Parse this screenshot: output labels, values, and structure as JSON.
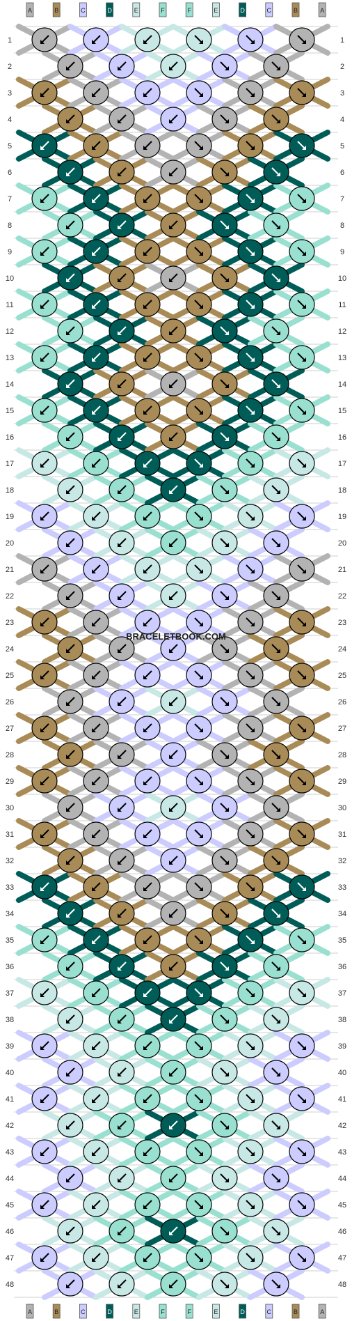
{
  "title": "",
  "watermark": "BRACELETBOOK.COM",
  "strand_labels_top": [
    "A",
    "B",
    "C",
    "D",
    "E",
    "F",
    "F",
    "E",
    "D",
    "C",
    "B",
    "A"
  ],
  "strand_labels_bottom": [
    "A",
    "B",
    "C",
    "D",
    "E",
    "F",
    "F",
    "E",
    "D",
    "C",
    "B",
    "A"
  ],
  "row_numbers": [
    "1",
    "2",
    "3",
    "4",
    "5",
    "6",
    "7",
    "8",
    "9",
    "10",
    "11",
    "12",
    "13",
    "14",
    "15",
    "16",
    "17",
    "18",
    "19",
    "20",
    "21",
    "22",
    "23",
    "24",
    "25",
    "26",
    "27",
    "28",
    "29",
    "30",
    "31",
    "32",
    "33",
    "34",
    "35",
    "36",
    "37",
    "38",
    "39",
    "40",
    "41",
    "42",
    "43",
    "44",
    "45",
    "46",
    "47",
    "48"
  ],
  "colors": {
    "A": "#b3b3b3",
    "B": "#a88b57",
    "C": "#ccccff",
    "D": "#005c57",
    "E": "#c8e8e6",
    "F": "#99e0d0",
    "outline": "#000000",
    "grid": "#cfcfcf",
    "arrow_dark": "#000000",
    "arrow_light": "#ffffff"
  },
  "knot_rows": [
    [
      "A",
      "C",
      "E",
      "E",
      "C",
      "A"
    ],
    [
      "A",
      "C",
      "E",
      "C",
      "A"
    ],
    [
      "B",
      "A",
      "C",
      "C",
      "A",
      "B"
    ],
    [
      "B",
      "A",
      "C",
      "A",
      "B"
    ],
    [
      "D",
      "B",
      "A",
      "A",
      "B",
      "D"
    ],
    [
      "D",
      "B",
      "A",
      "B",
      "D"
    ],
    [
      "F",
      "D",
      "B",
      "B",
      "D",
      "F"
    ],
    [
      "F",
      "D",
      "B",
      "D",
      "F"
    ],
    [
      "F",
      "D",
      "B",
      "B",
      "D",
      "F"
    ],
    [
      "D",
      "B",
      "A",
      "B",
      "D"
    ],
    [
      "F",
      "D",
      "B",
      "B",
      "D",
      "F"
    ],
    [
      "F",
      "D",
      "B",
      "D",
      "F"
    ],
    [
      "F",
      "D",
      "B",
      "B",
      "D",
      "F"
    ],
    [
      "D",
      "B",
      "A",
      "B",
      "D"
    ],
    [
      "F",
      "D",
      "B",
      "B",
      "D",
      "F"
    ],
    [
      "F",
      "D",
      "B",
      "D",
      "F"
    ],
    [
      "E",
      "F",
      "D",
      "D",
      "F",
      "E"
    ],
    [
      "E",
      "F",
      "D",
      "F",
      "E"
    ],
    [
      "C",
      "E",
      "F",
      "F",
      "E",
      "C"
    ],
    [
      "C",
      "E",
      "F",
      "E",
      "C"
    ],
    [
      "A",
      "C",
      "E",
      "E",
      "C",
      "A"
    ],
    [
      "A",
      "C",
      "E",
      "C",
      "A"
    ],
    [
      "B",
      "A",
      "C",
      "C",
      "A",
      "B"
    ],
    [
      "B",
      "A",
      "C",
      "A",
      "B"
    ],
    [
      "B",
      "A",
      "C",
      "C",
      "A",
      "B"
    ],
    [
      "A",
      "C",
      "E",
      "C",
      "A"
    ],
    [
      "B",
      "A",
      "C",
      "C",
      "A",
      "B"
    ],
    [
      "B",
      "A",
      "C",
      "A",
      "B"
    ],
    [
      "B",
      "A",
      "C",
      "C",
      "A",
      "B"
    ],
    [
      "A",
      "C",
      "E",
      "C",
      "A"
    ],
    [
      "B",
      "A",
      "C",
      "C",
      "A",
      "B"
    ],
    [
      "B",
      "A",
      "C",
      "A",
      "B"
    ],
    [
      "D",
      "B",
      "A",
      "A",
      "B",
      "D"
    ],
    [
      "D",
      "B",
      "A",
      "B",
      "D"
    ],
    [
      "F",
      "D",
      "B",
      "B",
      "D",
      "F"
    ],
    [
      "F",
      "D",
      "B",
      "D",
      "F"
    ],
    [
      "E",
      "F",
      "D",
      "D",
      "F",
      "E"
    ],
    [
      "E",
      "F",
      "D",
      "F",
      "E"
    ],
    [
      "C",
      "E",
      "F",
      "F",
      "E",
      "C"
    ],
    [
      "C",
      "E",
      "F",
      "E",
      "C"
    ],
    [
      "C",
      "E",
      "F",
      "F",
      "E",
      "C"
    ],
    [
      "E",
      "F",
      "D",
      "F",
      "E"
    ],
    [
      "C",
      "E",
      "F",
      "F",
      "E",
      "C"
    ],
    [
      "C",
      "E",
      "F",
      "E",
      "C"
    ],
    [
      "C",
      "E",
      "F",
      "F",
      "E",
      "C"
    ],
    [
      "E",
      "F",
      "D",
      "F",
      "E"
    ],
    [
      "C",
      "E",
      "F",
      "F",
      "E",
      "C"
    ],
    [
      "C",
      "E",
      "F",
      "E",
      "C"
    ]
  ]
}
